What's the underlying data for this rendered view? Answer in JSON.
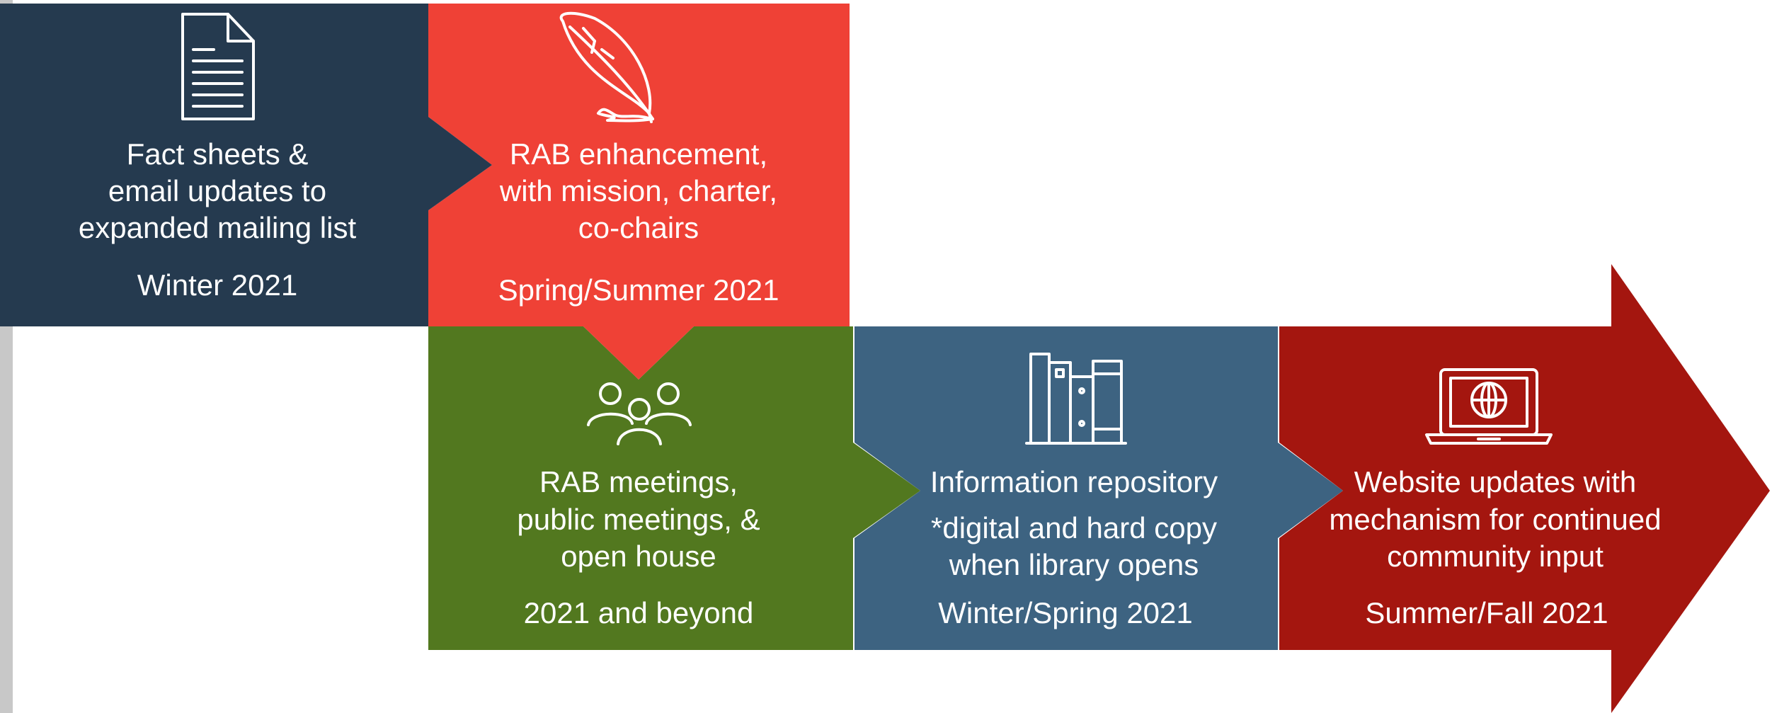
{
  "colors": {
    "dark_navy": "#253a4f",
    "coral_red": "#ef4136",
    "green": "#52781f",
    "steel_blue": "#3d6381",
    "dark_red": "#a4160f",
    "text": "#ffffff"
  },
  "steps": [
    {
      "icon": "document-icon",
      "description": [
        "Fact sheets &",
        "email updates to",
        "expanded mailing list"
      ],
      "date": "Winter 2021"
    },
    {
      "icon": "quill-pen-icon",
      "description": [
        "RAB enhancement,",
        "with mission, charter,",
        "co-chairs"
      ],
      "date": "Spring/Summer 2021"
    },
    {
      "icon": "people-group-icon",
      "description": [
        "RAB meetings,",
        "public meetings, &",
        "open house"
      ],
      "date": "2021 and beyond"
    },
    {
      "icon": "books-icon",
      "description": [
        "Information repository",
        "*digital and hard copy",
        "when library opens"
      ],
      "date": "Winter/Spring 2021"
    },
    {
      "icon": "laptop-globe-icon",
      "description": [
        "Website updates with",
        "mechanism for continued",
        "community input"
      ],
      "date": "Summer/Fall 2021"
    }
  ]
}
